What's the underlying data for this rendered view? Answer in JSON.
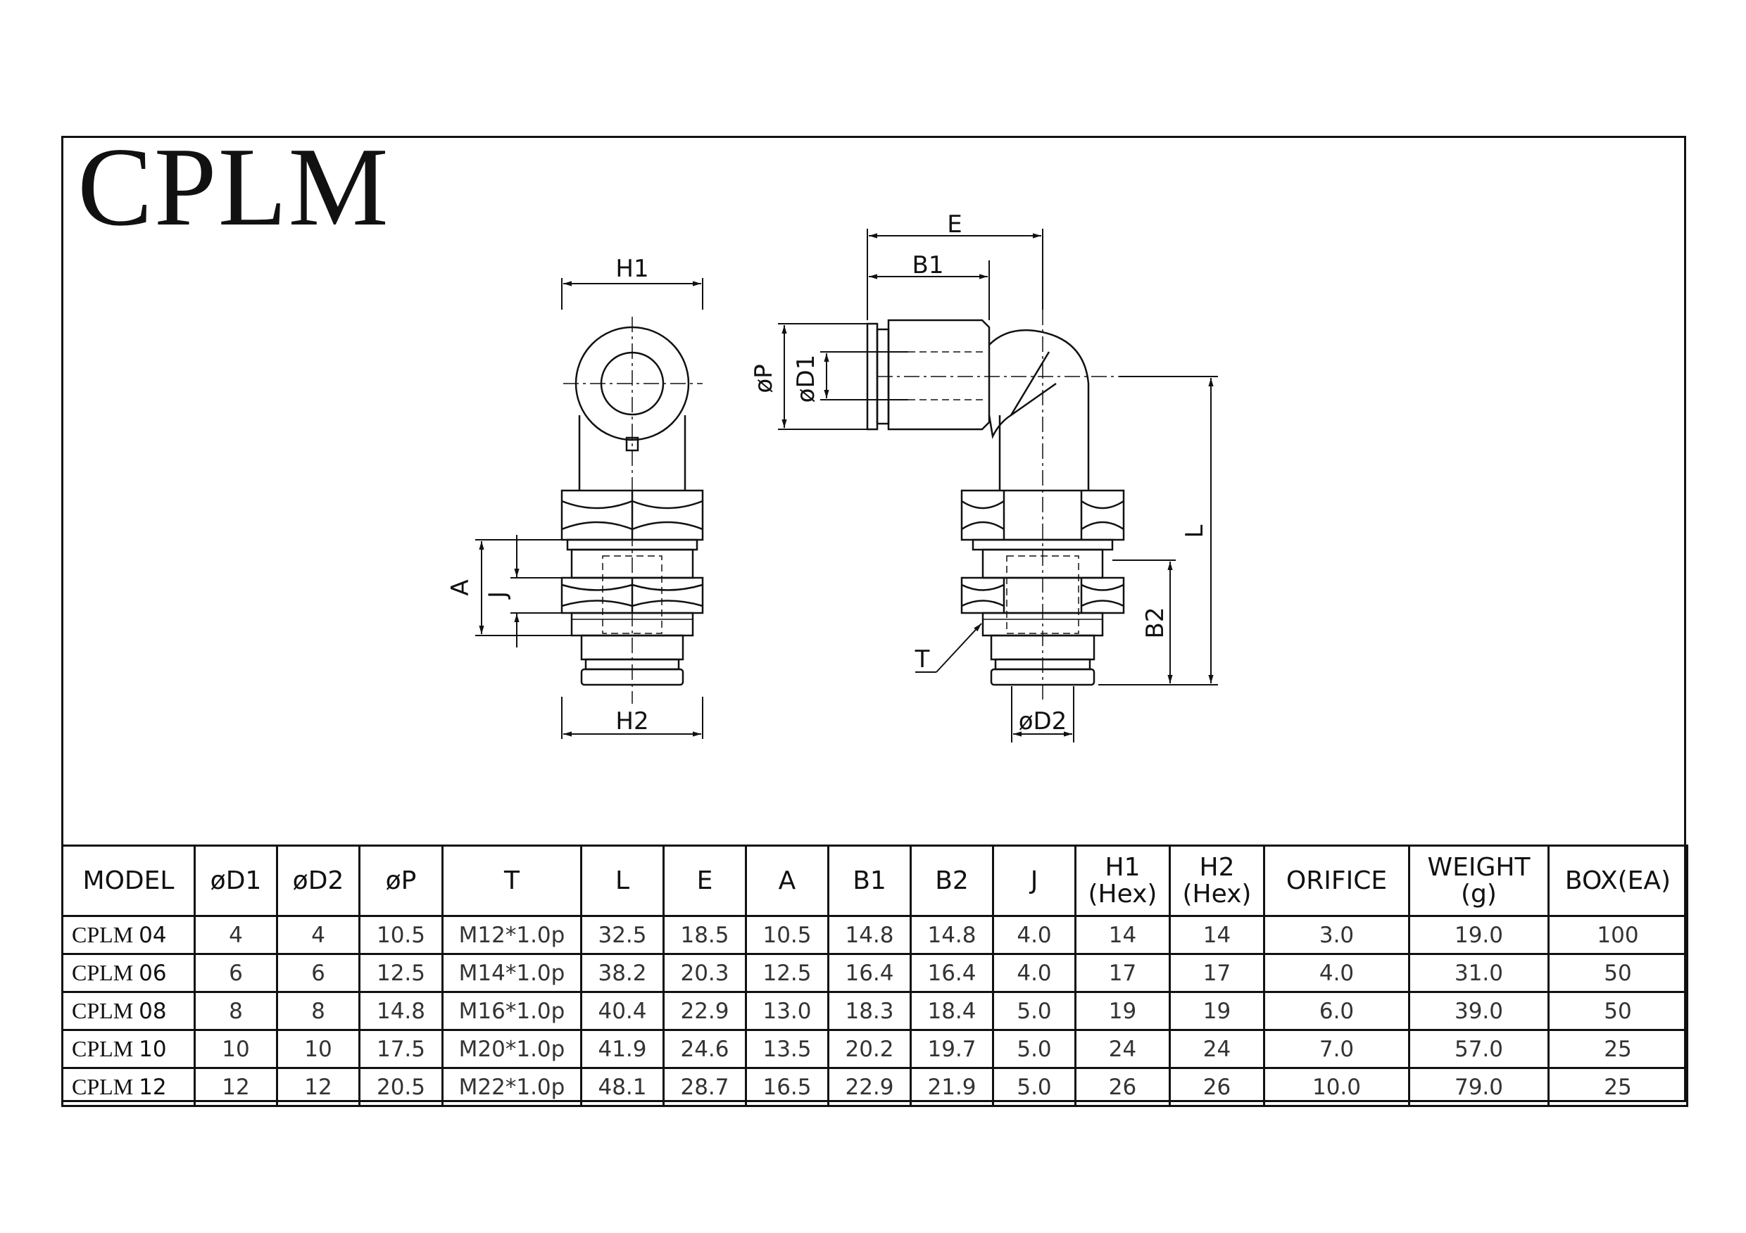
{
  "title": "CPLM",
  "drawing": {
    "front_labels": {
      "h1": "H1",
      "h2": "H2",
      "a": "A",
      "j": "J"
    },
    "side_labels": {
      "e": "E",
      "b1": "B1",
      "p": "øP",
      "d1": "øD1",
      "l": "L",
      "b2": "B2",
      "t": "T",
      "d2": "øD2"
    }
  },
  "table": {
    "headers": [
      "MODEL",
      "øD1",
      "øD2",
      "øP",
      "T",
      "L",
      "E",
      "A",
      "B1",
      "B2",
      "J",
      "H1\n(Hex)",
      "H2\n(Hex)",
      "ORIFICE",
      "WEIGHT\n(g)",
      "BOX(EA)"
    ],
    "rows": [
      {
        "model_prefix": "CPLM",
        "model_num": "04",
        "cells": [
          "4",
          "4",
          "10.5",
          "M12*1.0p",
          "32.5",
          "18.5",
          "10.5",
          "14.8",
          "14.8",
          "4.0",
          "14",
          "14",
          "3.0",
          "19.0",
          "100"
        ]
      },
      {
        "model_prefix": "CPLM",
        "model_num": "06",
        "cells": [
          "6",
          "6",
          "12.5",
          "M14*1.0p",
          "38.2",
          "20.3",
          "12.5",
          "16.4",
          "16.4",
          "4.0",
          "17",
          "17",
          "4.0",
          "31.0",
          "50"
        ]
      },
      {
        "model_prefix": "CPLM",
        "model_num": "08",
        "cells": [
          "8",
          "8",
          "14.8",
          "M16*1.0p",
          "40.4",
          "22.9",
          "13.0",
          "18.3",
          "18.4",
          "5.0",
          "19",
          "19",
          "6.0",
          "39.0",
          "50"
        ]
      },
      {
        "model_prefix": "CPLM",
        "model_num": "10",
        "cells": [
          "10",
          "10",
          "17.5",
          "M20*1.0p",
          "41.9",
          "24.6",
          "13.5",
          "20.2",
          "19.7",
          "5.0",
          "24",
          "24",
          "7.0",
          "57.0",
          "25"
        ]
      },
      {
        "model_prefix": "CPLM",
        "model_num": "12",
        "cells": [
          "12",
          "12",
          "20.5",
          "M22*1.0p",
          "48.1",
          "28.7",
          "16.5",
          "22.9",
          "21.9",
          "5.0",
          "26",
          "26",
          "10.0",
          "79.0",
          "25"
        ]
      }
    ]
  }
}
